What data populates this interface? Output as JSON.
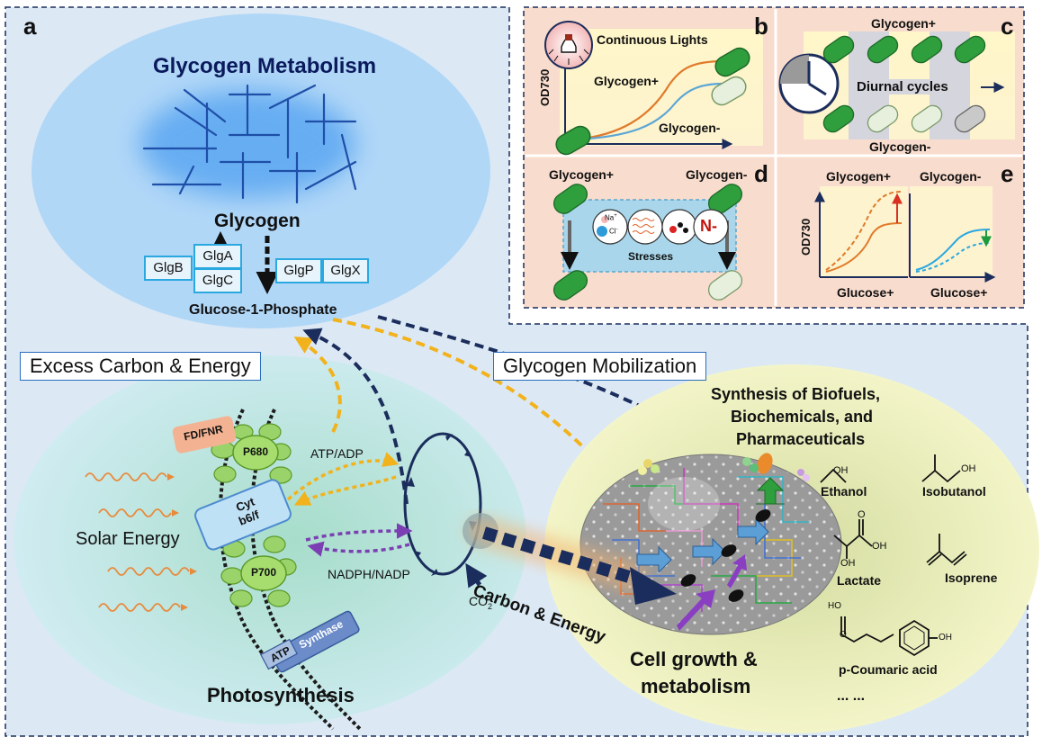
{
  "colors": {
    "panel_a_bg": "#dce9f5",
    "panel_bcde_bg": "#f8dccd",
    "glycogen_blue": "#1f6fd6",
    "glycogen_glow": "#6fb3ff",
    "photosynthesis_bg": "#bfe6d8",
    "cell_bg": "#eef0b0",
    "dark_navy": "#1b2d5c",
    "yellow_arrow": "#f2b21c",
    "purple_arrow": "#7b3fb3",
    "cell_green": "#2f9e3c",
    "cell_pale": "#e6f0dd",
    "orange_curve": "#e07a2a",
    "blue_curve": "#5aa5d6"
  },
  "panel_letters": {
    "a": "a",
    "b": "b",
    "c": "c",
    "d": "d",
    "e": "e"
  },
  "glycogen_section": {
    "title": "Glycogen Metabolism",
    "glycogen_label": "Glycogen",
    "enzymes_left": [
      "GlgB",
      "GlgA",
      "GlgC"
    ],
    "enzymes_right": [
      "GlgP",
      "GlgX"
    ],
    "product": "Glucose-1-Phosphate"
  },
  "box_labels": {
    "excess": "Excess Carbon & Energy",
    "mobilization": "Glycogen Mobilization"
  },
  "photosynthesis": {
    "title": "Photosynthesis",
    "solar": "Solar Energy",
    "fd_fnr": "FD/FNR",
    "p680": "P680",
    "cyt_line1": "Cyt",
    "cyt_line2": "b6/f",
    "p700": "P700",
    "atp": "ATP",
    "synthase": "Synthase",
    "atp_adp": "ATP/ADP",
    "nadph_nadp": "NADPH/NADP",
    "co2": "CO",
    "co2_sub": "2",
    "carbon_energy": "Carbon & Energy"
  },
  "cell_section": {
    "synthesis_title_line1": "Synthesis of Biofuels,",
    "synthesis_title_line2": "Biochemicals, and",
    "synthesis_title_line3": "Pharmaceuticals",
    "cell_growth_line1": "Cell growth &",
    "cell_growth_line2": "metabolism",
    "products": [
      "Ethanol",
      "Isobutanol",
      "Lactate",
      "Isoprene",
      "p-Coumaric acid"
    ],
    "ellipsis": "... ...",
    "atom_oh": "OH",
    "atom_o": "O",
    "atom_ho": "HO"
  },
  "panel_b": {
    "light": "Continuous Lights",
    "plus": "Glycogen+",
    "minus": "Glycogen-",
    "yaxis": "OD730"
  },
  "panel_c": {
    "plus": "Glycogen+",
    "cycles": "Diurnal cycles",
    "minus": "Glycogen-"
  },
  "panel_d": {
    "plus": "Glycogen+",
    "minus": "Glycogen-",
    "stresses": "Stresses",
    "na": "Na",
    "na_sup": "+",
    "cl": "Cl",
    "cl_sup": "-",
    "n_minus": "N-"
  },
  "panel_e": {
    "plus": "Glycogen+",
    "minus": "Glycogen-",
    "yaxis": "OD730",
    "x1": "Glucose+",
    "x2": "Glucose+"
  }
}
